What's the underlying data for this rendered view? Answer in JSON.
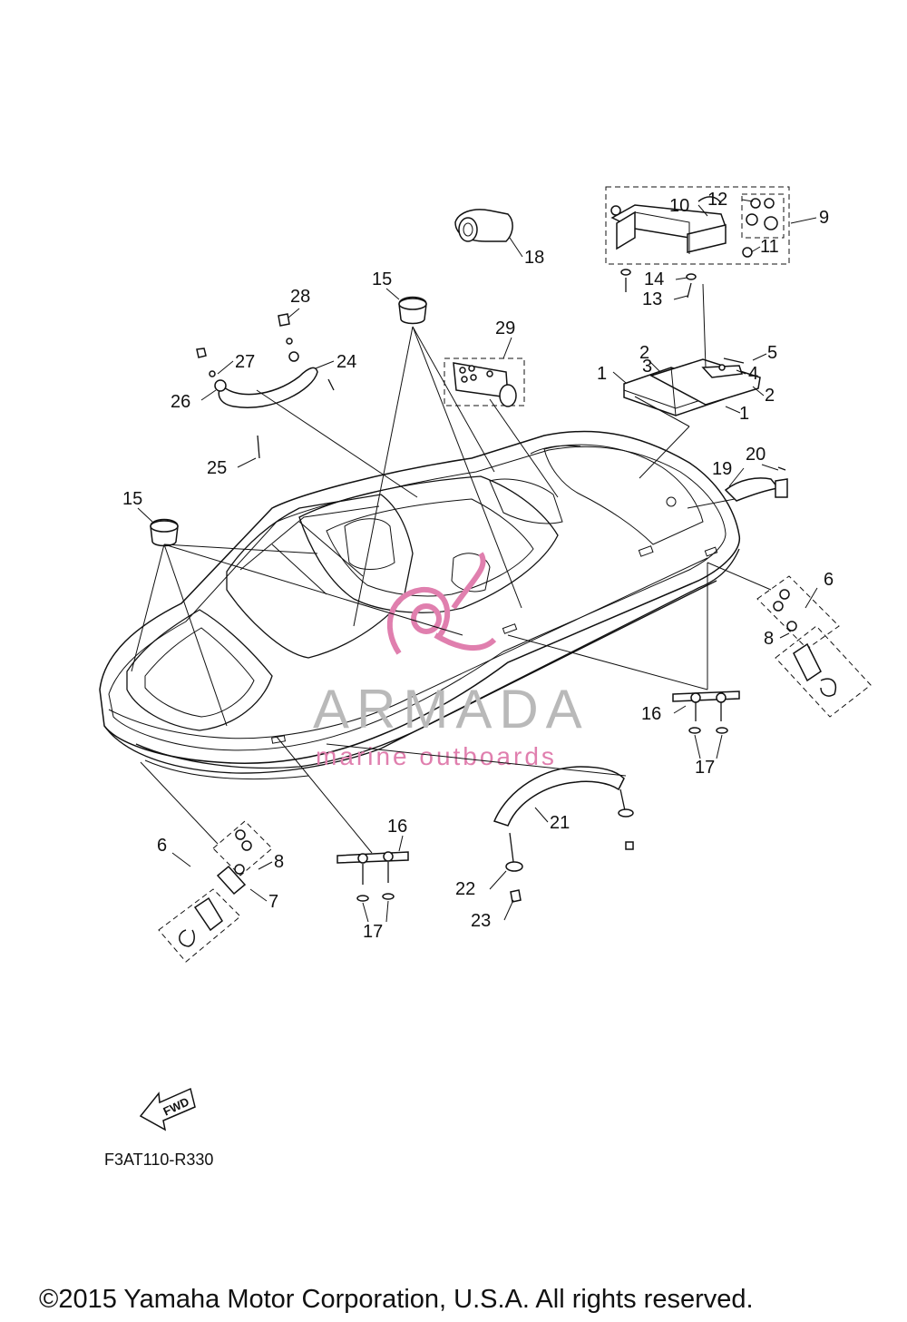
{
  "part_labels": {
    "p1a": "1",
    "p1b": "1",
    "p2a": "2",
    "p2b": "2",
    "p3": "3",
    "p4": "4",
    "p5": "5",
    "p6a": "6",
    "p6b": "6",
    "p7": "7",
    "p8a": "8",
    "p8b": "8",
    "p9": "9",
    "p10": "10",
    "p11": "11",
    "p12": "12",
    "p13": "13",
    "p14": "14",
    "p15a": "15",
    "p15b": "15",
    "p16a": "16",
    "p16b": "16",
    "p17a": "17",
    "p17b": "17",
    "p18": "18",
    "p19": "19",
    "p20": "20",
    "p21": "21",
    "p22": "22",
    "p23": "23",
    "p24": "24",
    "p25": "25",
    "p26": "26",
    "p27": "27",
    "p28": "28",
    "p29": "29"
  },
  "watermark": {
    "brand": "ARMADA",
    "tagline": "marine outboards"
  },
  "fwd_label": "FWD",
  "diagram_code": "F3AT110-R330",
  "copyright": "©2015 Yamaha Motor Corporation, U.S.A. All rights reserved."
}
